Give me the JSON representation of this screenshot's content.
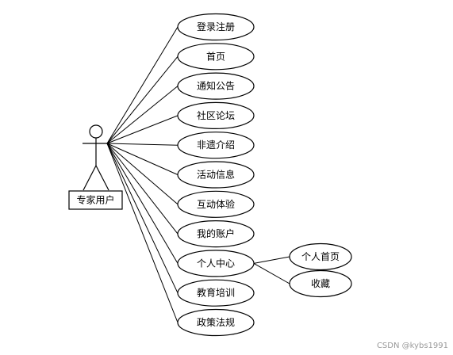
{
  "actor": {
    "label": "专家用户"
  },
  "use_cases": [
    "登录注册",
    "首页",
    "通知公告",
    "社区论坛",
    "非遗介绍",
    "活动信息",
    "互动体验",
    "我的账户",
    "个人中心",
    "教育培训",
    "政策法规"
  ],
  "sub_cases": {
    "parent": "个人中心",
    "items": [
      "个人首页",
      "收藏"
    ]
  },
  "watermark": "CSDN @kybs1991",
  "colors": {
    "stroke": "#000000",
    "fill": "#ffffff",
    "watermark": "#9a9a9a"
  }
}
